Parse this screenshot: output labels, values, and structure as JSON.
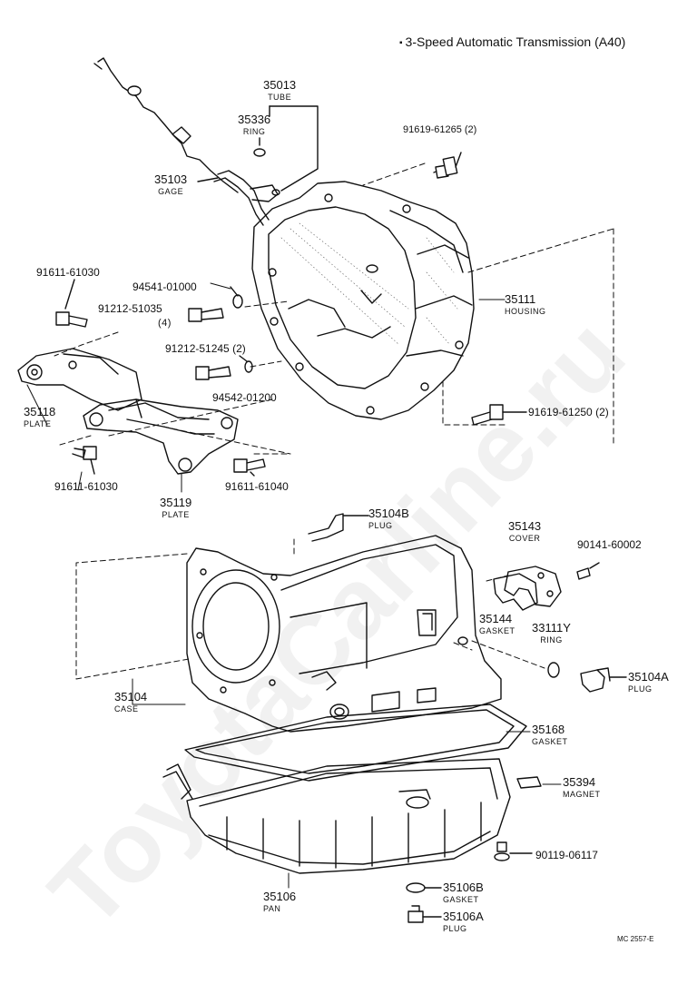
{
  "title": "3-Speed Automatic Transmission (A40)",
  "watermark": "ToyotaCarline.ru",
  "footer_code": "MC 2557-E",
  "parts": {
    "tube": {
      "number": "35013",
      "name": "TUBE"
    },
    "ring_35336": {
      "number": "35336",
      "name": "RING"
    },
    "gage": {
      "number": "35103",
      "name": "GAGE"
    },
    "bolt_91619_61265": {
      "number": "91619-61265 (2)"
    },
    "bolt_91611_61030_top": {
      "number": "91611-61030"
    },
    "washer_94541": {
      "number": "94541-01000"
    },
    "bolt_91212_51035": {
      "number": "91212-51035",
      "qty": "(4)"
    },
    "housing": {
      "number": "35111",
      "name": "HOUSING"
    },
    "bolt_91212_51245": {
      "number": "91212-51245 (2)"
    },
    "plate_35118": {
      "number": "35118",
      "name": "PLATE"
    },
    "washer_94542": {
      "number": "94542-01200"
    },
    "bolt_91619_61250": {
      "number": "91619-61250 (2)"
    },
    "bolt_91611_61030_bottom": {
      "number": "91611-61030"
    },
    "bolt_91611_61040": {
      "number": "91611-61040"
    },
    "plate_35119": {
      "number": "35119",
      "name": "PLATE"
    },
    "plug_35104B": {
      "number": "35104B",
      "name": "PLUG"
    },
    "cover_35143": {
      "number": "35143",
      "name": "COVER"
    },
    "bolt_90141": {
      "number": "90141-60002"
    },
    "gasket_35144": {
      "number": "35144",
      "name": "GASKET"
    },
    "ring_33111Y": {
      "number": "33111Y",
      "name": "RING"
    },
    "plug_35104A": {
      "number": "35104A",
      "name": "PLUG"
    },
    "case_35104": {
      "number": "35104",
      "name": "CASE"
    },
    "gasket_35168": {
      "number": "35168",
      "name": "GASKET"
    },
    "magnet_35394": {
      "number": "35394",
      "name": "MAGNET"
    },
    "bolt_90119": {
      "number": "90119-06117"
    },
    "pan_35106": {
      "number": "35106",
      "name": "PAN"
    },
    "gasket_35106B": {
      "number": "35106B",
      "name": "GASKET"
    },
    "plug_35106A": {
      "number": "35106A",
      "name": "PLUG"
    }
  }
}
